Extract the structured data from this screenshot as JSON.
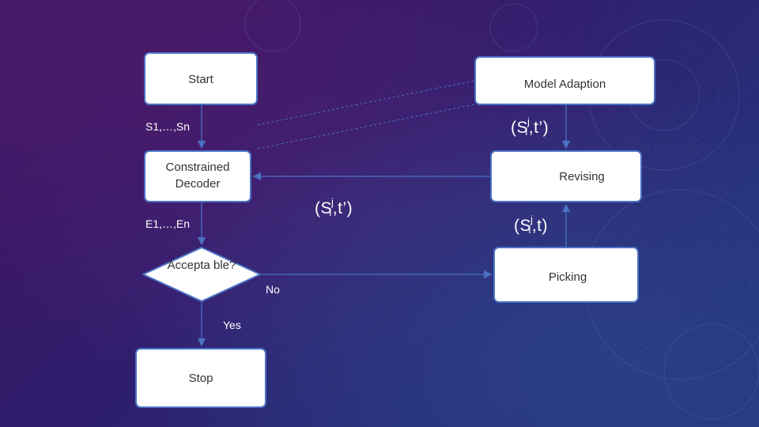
{
  "nodes": {
    "start": "Start",
    "model_adaption": "Model Adaption",
    "constrained_decoder": "Constrained Decoder",
    "revising": "Revising",
    "picking": "Picking",
    "decision": "Accepta ble?",
    "stop": "Stop"
  },
  "labels": {
    "s_input": "S1,…,Sn",
    "e_output": "E1,…,En",
    "no": "No",
    "yes": "Yes"
  },
  "pairs": {
    "upper_right": {
      "open": "(S",
      "sup": "j",
      "sub": "i",
      "close": ",t’)"
    },
    "middle": {
      "open": "(S",
      "sup": "j",
      "sub": "i",
      "close": ",t’)"
    },
    "lower_right": {
      "open": "(S",
      "sup": "j",
      "sub": "i",
      "close": ",t)"
    }
  },
  "colors": {
    "box_border": "#4a72c4",
    "arrow": "#4a72c4",
    "text_on_bg": "#ffffff"
  }
}
